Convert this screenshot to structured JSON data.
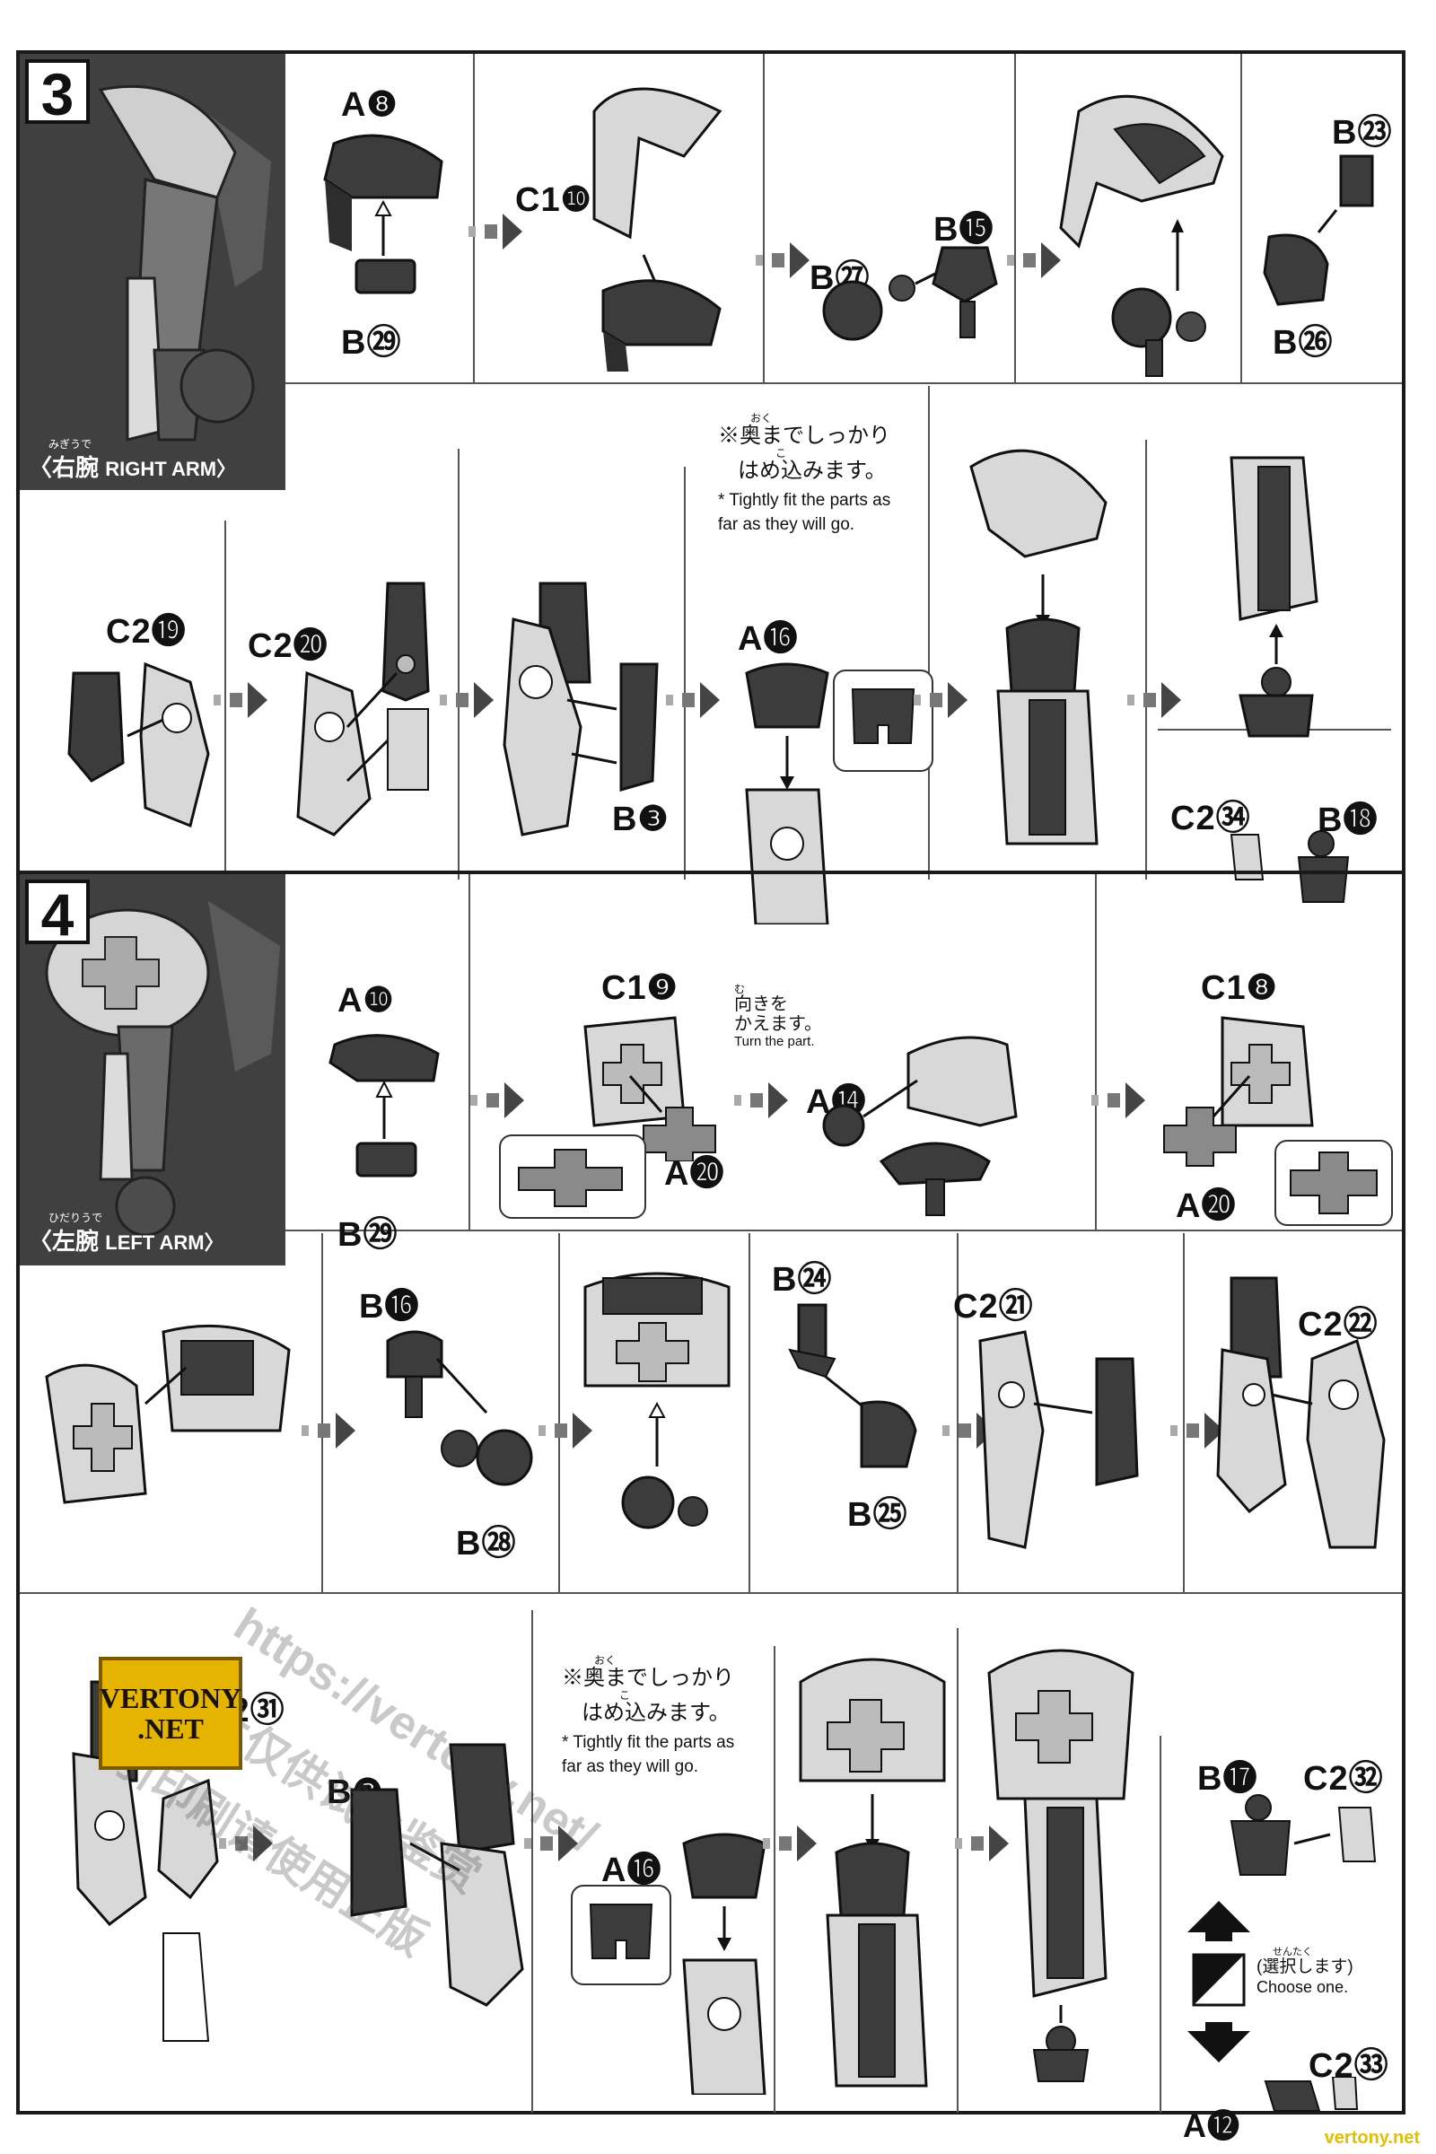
{
  "step3": {
    "number": "3",
    "arm_ruby": "みぎうで",
    "arm_jp": "〈右腕",
    "arm_en": "RIGHT ARM〉",
    "labels": {
      "a8": "A❽",
      "b29": "B㉙",
      "c1_10": "C1❿",
      "b27": "B㉗",
      "b15": "B⓯",
      "b23": "B㉓",
      "b26": "B㉖",
      "c2_19": "C2⓳",
      "c2_20": "C2⓴",
      "b3": "B❸",
      "a16": "A⓰",
      "c2_34": "C2㉞",
      "b18": "B⓲"
    },
    "note_jp_ruby": "おく",
    "note_jp_1": "※奥までしっかり",
    "note_jp_ruby2": "こ",
    "note_jp_2": "はめ込みます。",
    "note_en": "* Tightly fit the parts as far as they will go."
  },
  "step4": {
    "number": "4",
    "arm_ruby": "ひだりうで",
    "arm_jp": "〈左腕",
    "arm_en": "LEFT ARM〉",
    "labels": {
      "a10": "A❿",
      "b29": "B㉙",
      "c1_9": "C1❾",
      "a20": "A⓴",
      "a14": "A⓮",
      "c1_8": "C1❽",
      "a20b": "A⓴",
      "b16": "B⓰",
      "b28": "B㉘",
      "b24": "B㉔",
      "b25": "B㉕",
      "c2_21": "C2㉑",
      "c2_22": "C2㉒",
      "c2_31": "C2㉛",
      "b3": "B❸",
      "a16": "A⓰",
      "b17": "B⓱",
      "c2_32": "C2㉜",
      "c2_33": "C2㉝",
      "a12": "A⓬"
    },
    "turn_ruby": "む",
    "turn_jp_1": "向きを",
    "turn_jp_2": "かえます。",
    "turn_en": "Turn the part.",
    "note_jp_ruby": "おく",
    "note_jp_1": "※奥までしっかり",
    "note_jp_ruby2": "こ",
    "note_jp_2": "はめ込みます。",
    "note_en": "* Tightly fit the parts as far as they will go.",
    "choose_ruby": "せんたく",
    "choose_jp": "(選択します)",
    "choose_en": "Choose one."
  },
  "watermark": {
    "url": "https://vertony.net/",
    "cn": "图片仅供试水鉴赏",
    "cn2": "引印刷请使用正版",
    "logo_line1": "VERTONY",
    "logo_line2": ".NET",
    "corner": "vertony.net"
  },
  "colors": {
    "part_dark": "#3c3c3c",
    "part_mid": "#8a8a8a",
    "part_light": "#d8d8d8",
    "frame": "#1a1a1a",
    "logo_gold": "#e4b400"
  }
}
